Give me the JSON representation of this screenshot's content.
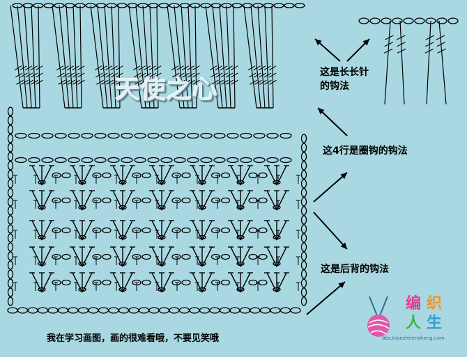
{
  "diagram": {
    "title": "天使之心",
    "labels": {
      "long_stitch": "这是长长针\n的钩法",
      "round_rows": "这4行是圈钩的钩法",
      "back_loop": "这是后背的钩法"
    },
    "caption": "我在学习画图，画的很难看哦，不要见笑哦",
    "logo": {
      "chars": [
        "编",
        "织",
        "人",
        "生"
      ],
      "url": "bbs.bianzhirensheng.com"
    },
    "colors": {
      "background": "#a9d8e2",
      "ink": "#000000"
    }
  }
}
